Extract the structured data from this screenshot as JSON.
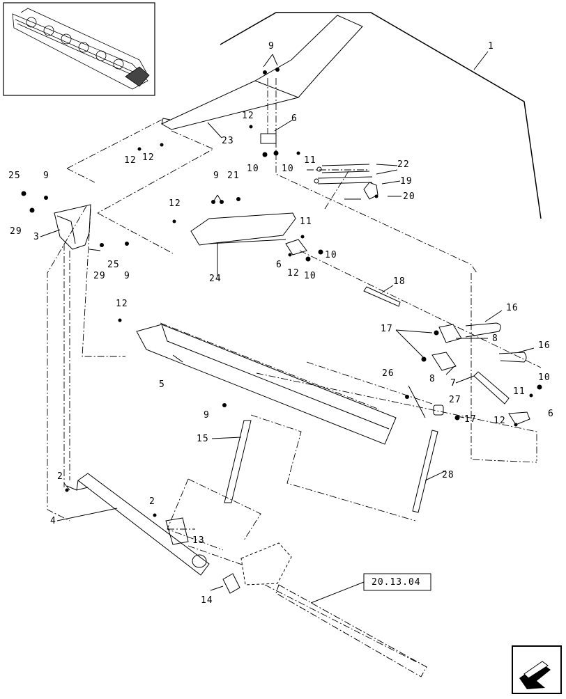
{
  "labels": [
    "1",
    "9",
    "12",
    "6",
    "23",
    "12",
    "12",
    "11",
    "10",
    "10",
    "22",
    "19",
    "20",
    "25",
    "9",
    "29",
    "3",
    "25",
    "29",
    "9",
    "9",
    "21",
    "12",
    "24",
    "11",
    "10",
    "6",
    "12",
    "10",
    "18",
    "16",
    "17",
    "8",
    "8",
    "16",
    "12",
    "5",
    "26",
    "27",
    "17",
    "7",
    "11",
    "10",
    "12",
    "6",
    "9",
    "15",
    "28",
    "2",
    "4",
    "2",
    "13",
    "14"
  ],
  "reference_box": "20.13.04",
  "icons": {
    "thumbnail": "combine-header-thumbnail",
    "nav": "nav-arrow-icon"
  }
}
